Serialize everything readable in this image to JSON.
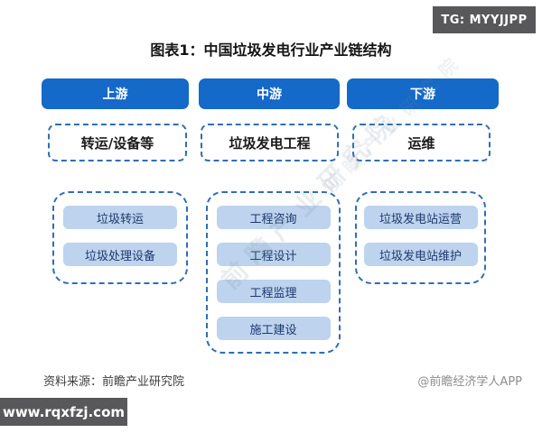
{
  "badges": {
    "top": "TG: MYYJJPP",
    "bottom": "www.rqxfzj.com"
  },
  "title": "图表1：中国垃圾发电行业产业链结构",
  "columns": [
    {
      "header": "上游",
      "category": "转运/设备等",
      "items": [
        "垃圾转运",
        "垃圾处理设备"
      ]
    },
    {
      "header": "中游",
      "category": "垃圾发电工程",
      "items": [
        "工程咨询",
        "工程设计",
        "工程监理",
        "施工建设"
      ]
    },
    {
      "header": "下游",
      "category": "运维",
      "items": [
        "垃圾发电站运营",
        "垃圾发电站维护"
      ]
    }
  ],
  "footer": {
    "source": "资料来源：前瞻产业研究院",
    "credit": "@前瞻经济学人APP"
  },
  "watermark": "前瞻产业研究院",
  "colors": {
    "header_blue": "#1569c8",
    "dashed_border_blue": "#2f6eb5",
    "item_fill_blue": "#bdd3ee",
    "item_text_navy": "#1e3a6e",
    "badge_bg_gray": "#58585a"
  }
}
